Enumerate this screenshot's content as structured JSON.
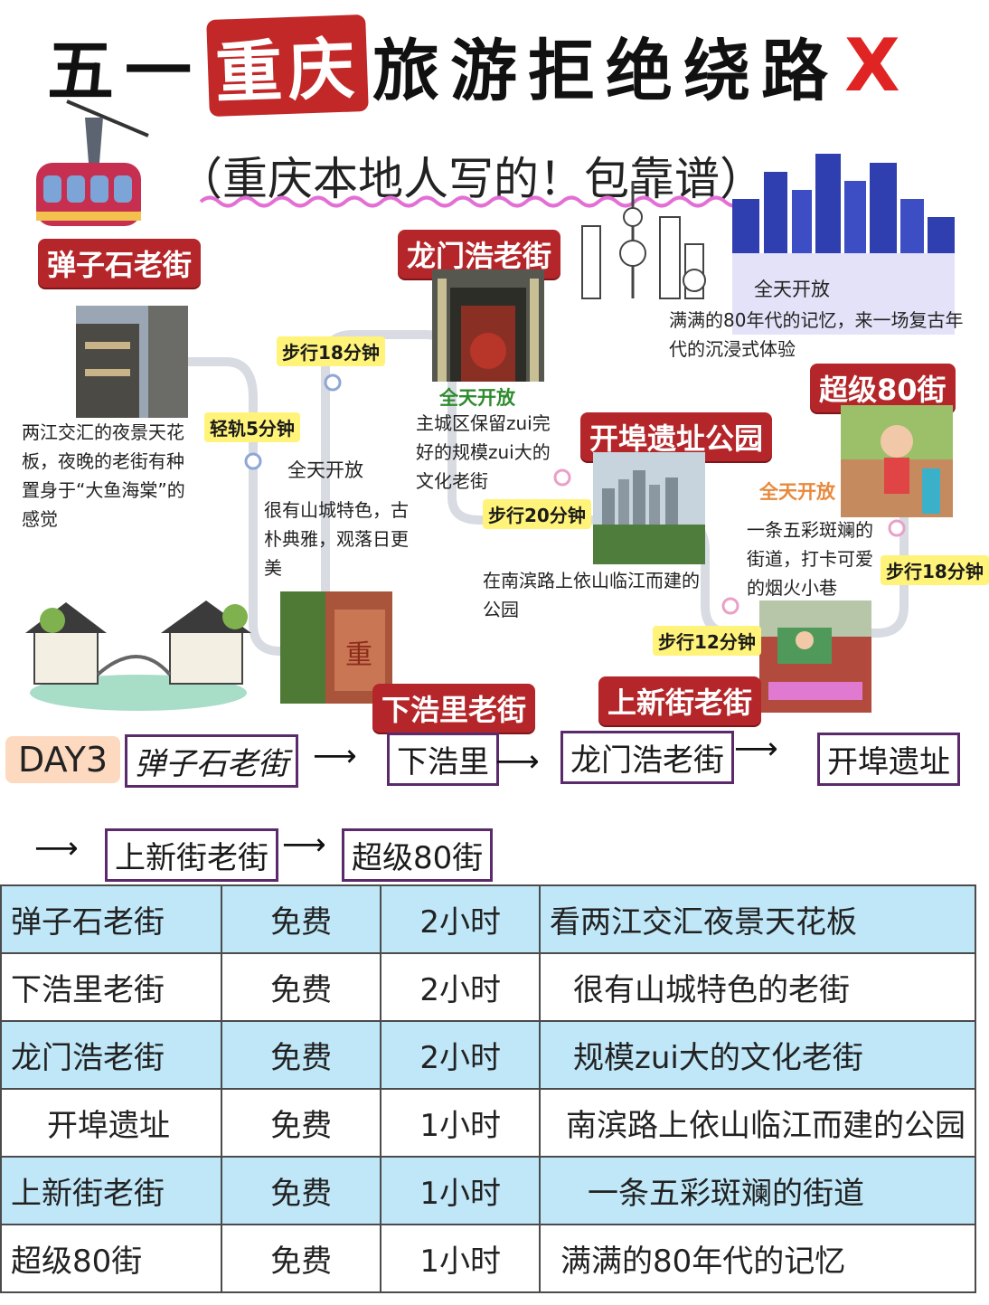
{
  "title": {
    "part1": "五一",
    "part2": "重庆",
    "part3": "旅游拒绝绕路",
    "mark": "X",
    "subtitle": "（重庆本地人写的！包靠谱）"
  },
  "spots": {
    "danzishi": {
      "name": "弹子石老街",
      "desc": "两江交汇的夜景天花板，夜晚的老街有种置身于“大鱼海棠”的感觉"
    },
    "xiahaoli": {
      "name": "下浩里老街",
      "open": "全天开放",
      "desc": "很有山城特色，古朴典雅，观落日更美"
    },
    "longmenhao": {
      "name": "龙门浩老街",
      "open": "全天开放",
      "desc": "主城区保留zui完好的规模zui大的文化老街"
    },
    "kaibu": {
      "name": "开埠遗址公园",
      "desc": "在南滨路上依山临江而建的公园"
    },
    "shangxinjie": {
      "name": "上新街老街"
    },
    "super80": {
      "name": "超级80街",
      "open": "全天开放",
      "desc": "满满的80年代的记忆，来一场复古年代的沉浸式体验"
    },
    "shangxinjie_street": {
      "open": "全天开放",
      "desc": "一条五彩斑斓的街道，打卡可爱的烟火小巷"
    }
  },
  "walks": {
    "w1": "轻轨5分钟",
    "w2": "步行18分钟",
    "w3": "步行20分钟",
    "w4": "步行12分钟",
    "w5": "步行18分钟"
  },
  "route": {
    "day": "DAY3",
    "stops": [
      "弹子石老街",
      "下浩里",
      "龙门浩老街",
      "开埠遗址",
      "上新街老街",
      "超级80街"
    ]
  },
  "table": {
    "rows": [
      [
        "弹子石老街",
        "免费",
        "2小时",
        "看两江交汇夜景天花板"
      ],
      [
        "下浩里老街",
        "免费",
        "2小时",
        "很有山城特色的老街"
      ],
      [
        "龙门浩老街",
        "免费",
        "2小时",
        "规模zui大的文化老街"
      ],
      [
        "开埠遗址",
        "免费",
        "1小时",
        "南滨路上依山临江而建的公园"
      ],
      [
        "上新街老街",
        "免费",
        "1小时",
        "一条五彩斑斓的街道"
      ],
      [
        "超级80街",
        "免费",
        "1小时",
        "满满的80年代的记忆"
      ]
    ]
  },
  "colors": {
    "badge": "#b5262a",
    "title_seal": "#c32828",
    "x_mark": "#e02424",
    "walk_highlight": "#fff37a",
    "table_stripe": "#bfe7f8",
    "route_border": "#5a2a6b",
    "day_bg": "#fcd9bf"
  }
}
